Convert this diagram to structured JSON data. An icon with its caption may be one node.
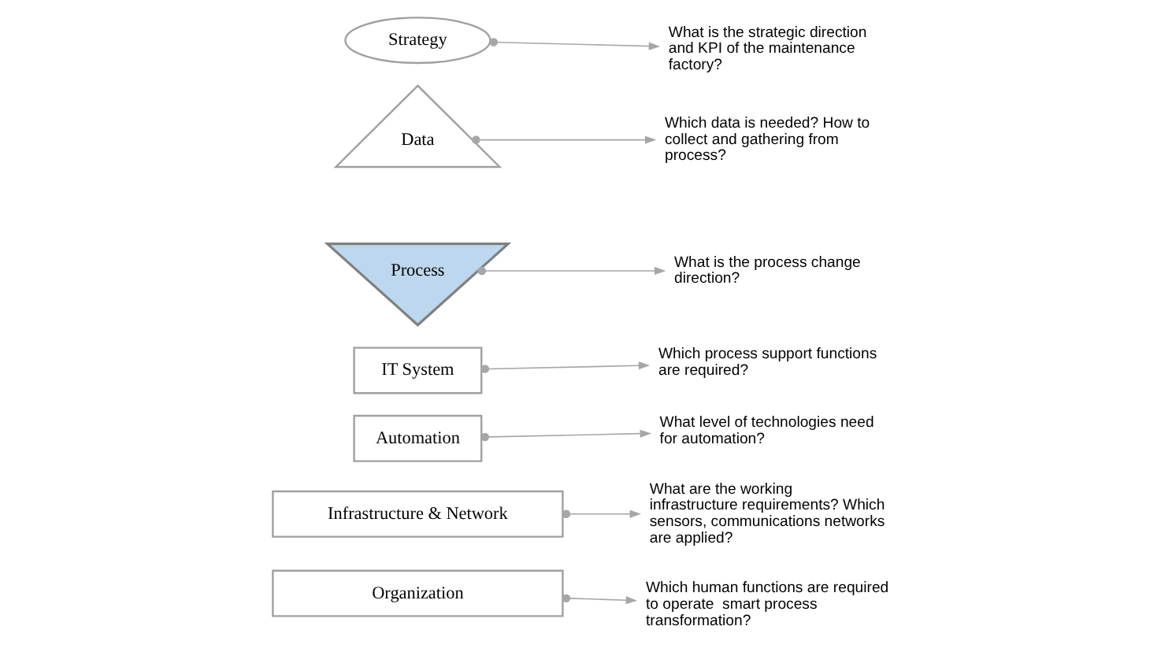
{
  "diagram": {
    "nodes": [
      {
        "text": [
          "Strategy"
        ]
      },
      {
        "text": [
          "Data"
        ]
      },
      {
        "text": [
          "Process"
        ]
      },
      {
        "text": [
          "IT System"
        ]
      },
      {
        "text": [
          "Automation"
        ]
      },
      {
        "text": [
          "Infrastructure & Network"
        ]
      },
      {
        "text": [
          "Organization"
        ]
      },
      {
        "text": [
          "What is the strategic direction and KPI of the maintenance factory?"
        ]
      },
      {
        "text": [
          "Which data is needed? How to collect and gathering from process?"
        ]
      },
      {
        "text": [
          "What is the process change direction?"
        ]
      },
      {
        "text": [
          "Which process support functions are required?"
        ]
      },
      {
        "text": [
          "What level of technologies need for automation?"
        ]
      },
      {
        "text": [
          "What are the working infrastructure requirements? Which sensors, communications networks are applied?"
        ]
      },
      {
        "text": [
          "Which human functions are required to operate  smart process transformation?"
        ]
      }
    ],
    "edges": [
      {
        "from": 0,
        "to": 7,
        "arrow": "to"
      },
      {
        "from": 1,
        "to": 8,
        "arrow": "to"
      },
      {
        "from": 2,
        "to": 9,
        "arrow": "to"
      },
      {
        "from": 3,
        "to": 10,
        "arrow": "to"
      },
      {
        "from": 4,
        "to": 11,
        "arrow": "to"
      },
      {
        "from": 5,
        "to": 12,
        "arrow": "to"
      },
      {
        "from": 6,
        "to": 13,
        "arrow": "to"
      }
    ]
  }
}
